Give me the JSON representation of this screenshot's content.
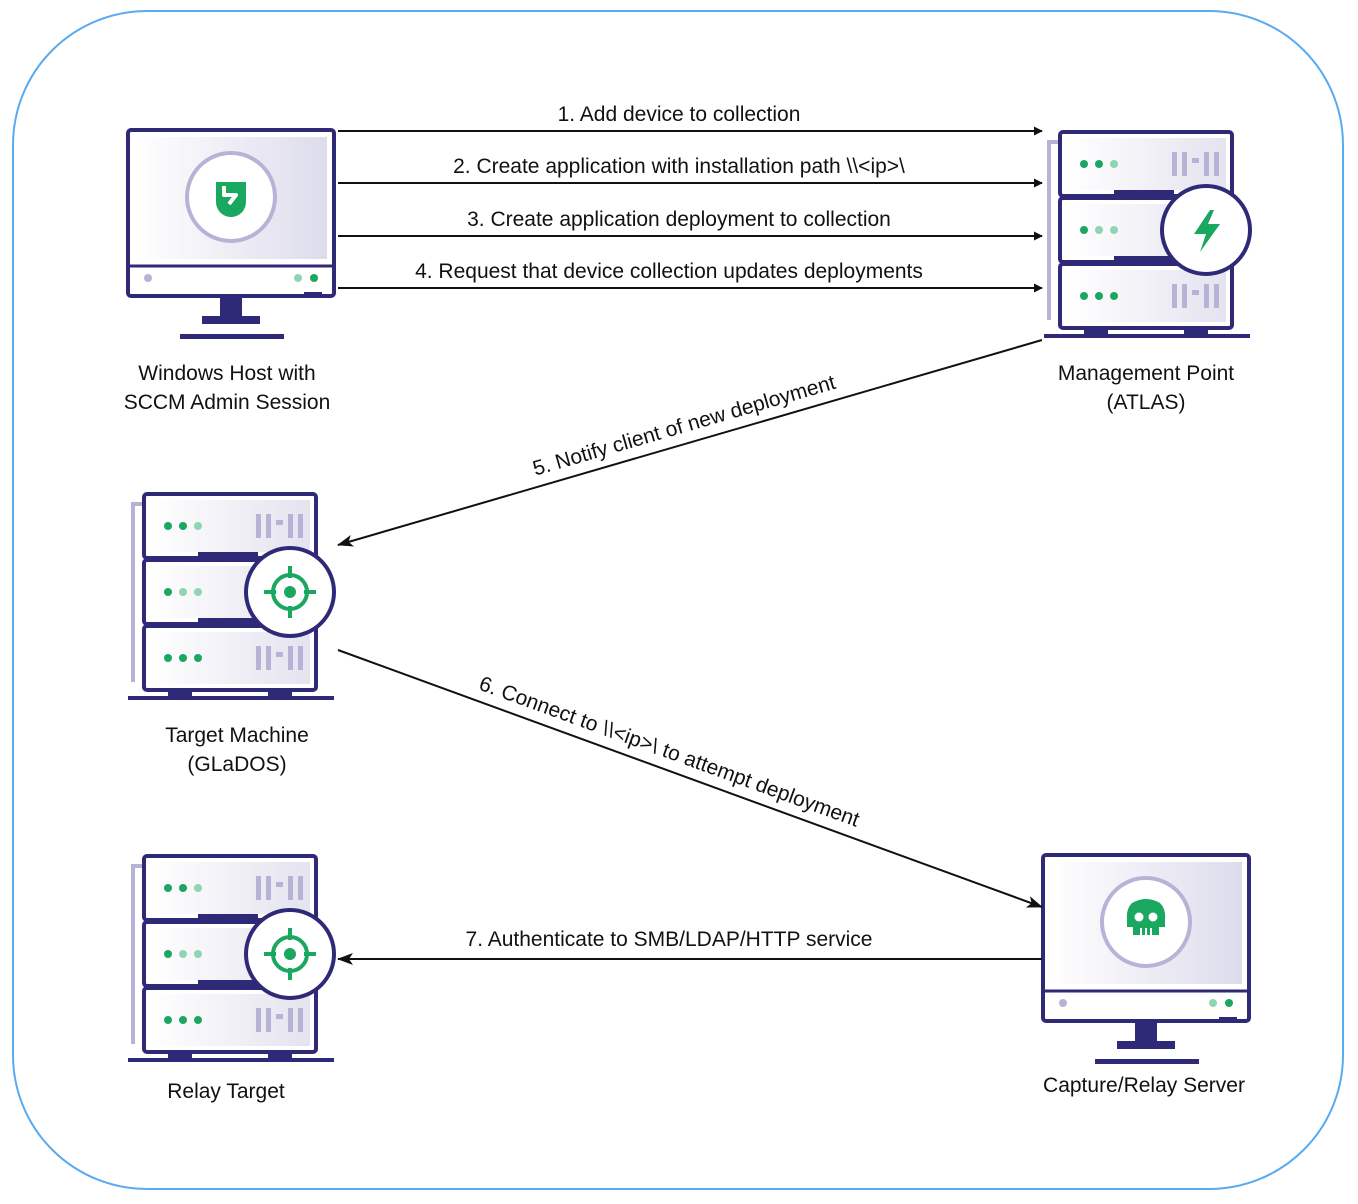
{
  "colors": {
    "frame": "#5aaaf0",
    "outline": "#2e2a78",
    "screen": "#e6e5f0",
    "panel": "#f3f3f8",
    "accent": "#1aa760",
    "accent_light": "#8fd5b2",
    "ring": "#b7b3d6",
    "arrow": "#111111"
  },
  "nodes": {
    "windows_host": {
      "line1": "Windows Host with",
      "line2": "SCCM Admin Session",
      "icon": "shield-badge-icon"
    },
    "management_point": {
      "line1": "Management Point",
      "line2": "(ATLAS)",
      "icon": "lightning-bolt-icon"
    },
    "target_machine": {
      "line1": "Target Machine",
      "line2": "(GLaDOS)",
      "icon": "crosshair-target-icon"
    },
    "relay_target": {
      "line1": "Relay Target",
      "icon": "crosshair-target-icon"
    },
    "capture_server": {
      "line1": "Capture/Relay Server",
      "icon": "skull-icon"
    }
  },
  "steps": [
    "1. Add device to collection",
    "2. Create application with installation path \\\\<ip>\\",
    "3. Create application deployment to collection",
    "4. Request that device collection updates deployments",
    "5. Notify client of new deployment",
    "6. Connect to \\\\<ip>\\ to attempt deployment",
    "7. Authenticate to SMB/LDAP/HTTP service"
  ]
}
